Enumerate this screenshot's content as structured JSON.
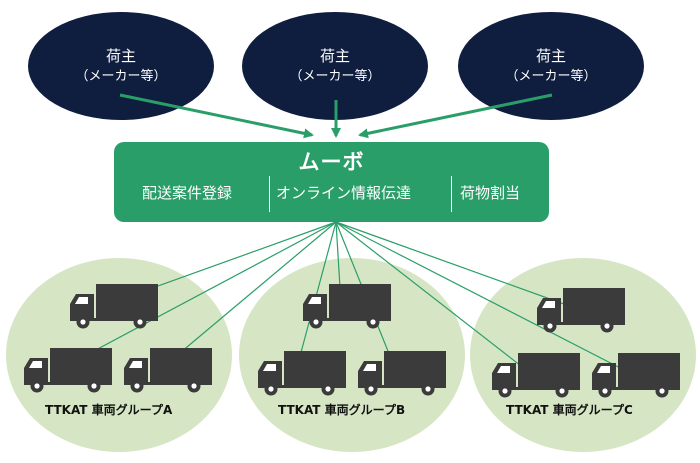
{
  "shippers": [
    {
      "line1": "荷主",
      "line2": "（メーカー等）"
    },
    {
      "line1": "荷主",
      "line2": "（メーカー等）"
    },
    {
      "line1": "荷主",
      "line2": "（メーカー等）"
    }
  ],
  "platform": {
    "title": "ムーボ",
    "features": [
      "配送案件登録",
      "オンライン情報伝達",
      "荷物割当"
    ]
  },
  "groups": [
    {
      "label": "TTKAT 車両グループA"
    },
    {
      "label": "TTKAT 車両グループB"
    },
    {
      "label": "TTKAT 車両グループC"
    }
  ],
  "colors": {
    "shipper": "#0f1d3e",
    "platform": "#2a9e69",
    "group": "#d6e6c4",
    "truck": "#3b3b3b",
    "line": "#2a9e69"
  }
}
